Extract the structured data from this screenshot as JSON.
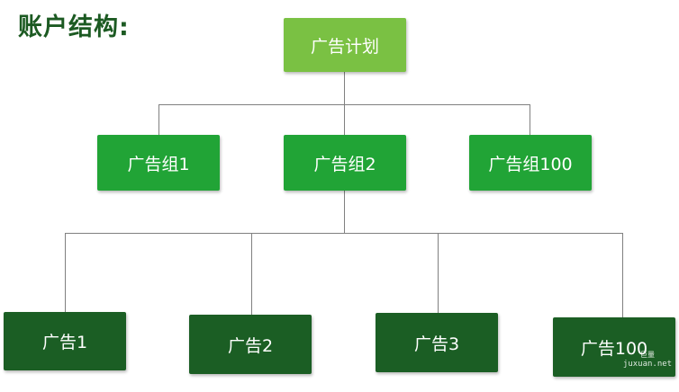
{
  "title": "账户结构:",
  "colors": {
    "title": "#1c5a22",
    "plan": "#7ac143",
    "group": "#21a436",
    "ad": "#1b5e24",
    "connector": "#808080"
  },
  "plan": {
    "label": "广告计划"
  },
  "groups": [
    {
      "label": "广告组1"
    },
    {
      "label": "广告组2"
    },
    {
      "label": "广告组100"
    }
  ],
  "ads": [
    {
      "label": "广告1"
    },
    {
      "label": "广告2"
    },
    {
      "label": "广告3"
    },
    {
      "label": "广告100"
    }
  ],
  "watermark": {
    "logo": "巨量",
    "site": "juxuan.net"
  }
}
